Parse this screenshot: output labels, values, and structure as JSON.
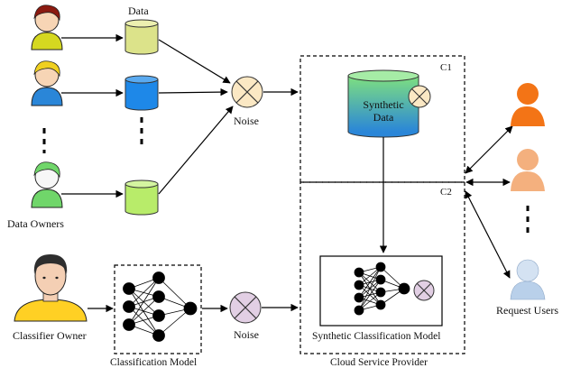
{
  "labels": {
    "data": "Data",
    "noise_top": "Noise",
    "noise_bottom": "Noise",
    "data_owners": "Data Owners",
    "classifier_owner": "Classifier Owner",
    "classification_model": "Classification Model",
    "c1": "C1",
    "c2": "C2",
    "synthetic_data_line1": "Synthetic",
    "synthetic_data_line2": "Data",
    "synthetic_classification_model": "Synthetic Classification Model",
    "cloud_service_provider": "Cloud Service Provider",
    "request_users": "Request Users"
  },
  "colors": {
    "owner_1": "#d5d820",
    "owner_1_hair": "#8b1a10",
    "owner_2": "#2a86d8",
    "owner_2_hair": "#f0d020",
    "owner_3": "#70d66a",
    "data_1": "#dce38a",
    "data_2": "#1e88e8",
    "data_3": "#b8ec6a",
    "noise_top": "#fbe8c4",
    "noise_bottom": "#e2cfe4",
    "synthetic_gradient_top": "#7fe07f",
    "synthetic_gradient_bottom": "#2a86d8",
    "user_1": "#f37416",
    "user_2": "#f4b07e",
    "user_3": "#b9d0ea",
    "classifier_owner_body": "#ffd024",
    "classifier_owner_face": "#f4cfb4"
  }
}
